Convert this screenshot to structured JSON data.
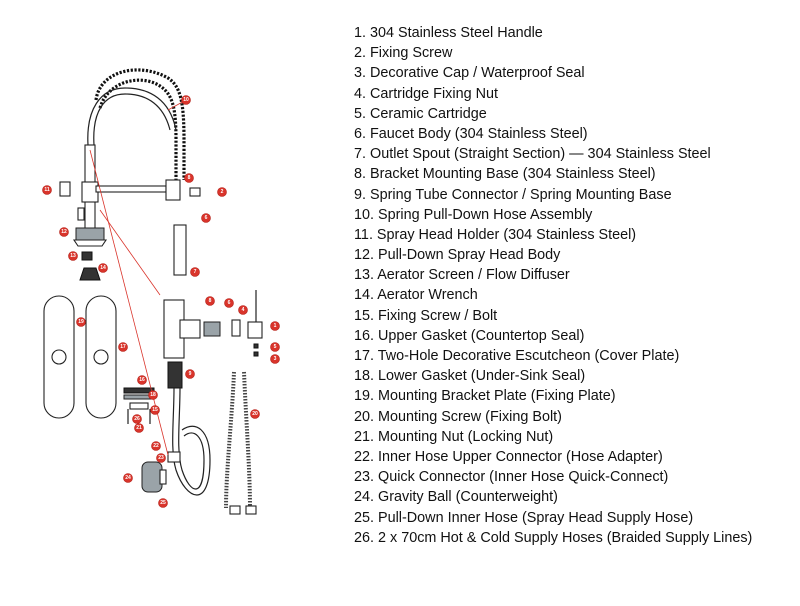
{
  "parts": [
    {
      "num": "1",
      "text": "1. 304 Stainless Steel Handle"
    },
    {
      "num": "2",
      "text": "2. Fixing Screw"
    },
    {
      "num": "3",
      "text": "3. Decorative Cap / Waterproof Seal"
    },
    {
      "num": "4",
      "text": "4. Cartridge Fixing Nut"
    },
    {
      "num": "5",
      "text": "5. Ceramic Cartridge"
    },
    {
      "num": "6",
      "text": "6. Faucet Body (304 Stainless Steel)"
    },
    {
      "num": "7",
      "text": "7. Outlet Spout (Straight Section) — 304 Stainless Steel"
    },
    {
      "num": "8",
      "text": "8. Bracket Mounting Base (304 Stainless Steel)"
    },
    {
      "num": "9",
      "text": "9. Spring Tube Connector / Spring Mounting Base"
    },
    {
      "num": "10",
      "text": "10. Spring Pull-Down Hose Assembly"
    },
    {
      "num": "11",
      "text": "11. Spray Head Holder (304 Stainless Steel)"
    },
    {
      "num": "12",
      "text": "12. Pull-Down Spray Head Body"
    },
    {
      "num": "13",
      "text": "13. Aerator Screen / Flow Diffuser"
    },
    {
      "num": "14",
      "text": "14. Aerator Wrench"
    },
    {
      "num": "15",
      "text": "15. Fixing Screw / Bolt"
    },
    {
      "num": "16",
      "text": "16. Upper Gasket (Countertop Seal)"
    },
    {
      "num": "17",
      "text": "17. Two-Hole Decorative Escutcheon (Cover Plate)"
    },
    {
      "num": "18",
      "text": "18. Lower Gasket (Under-Sink Seal)"
    },
    {
      "num": "19",
      "text": "19. Mounting Bracket Plate (Fixing Plate)"
    },
    {
      "num": "20",
      "text": "20. Mounting Screw (Fixing Bolt)"
    },
    {
      "num": "21",
      "text": "21. Mounting Nut (Locking Nut)"
    },
    {
      "num": "22",
      "text": "22. Inner Hose Upper Connector (Hose Adapter)"
    },
    {
      "num": "23",
      "text": "23. Quick Connector (Inner Hose Quick-Connect)"
    },
    {
      "num": "24",
      "text": "24. Gravity Ball (Counterweight)"
    },
    {
      "num": "25",
      "text": "25. Pull-Down Inner Hose (Spray Head Supply Hose)"
    },
    {
      "num": "26",
      "text": "26. 2 x 70cm Hot & Cold Supply Hoses (Braided Supply Lines)"
    }
  ],
  "callouts": {
    "c1": "1",
    "c2": "2",
    "c3": "3",
    "c4": "4",
    "c5": "5",
    "c6a": "6",
    "c6b": "6",
    "c7": "7",
    "c8a": "8",
    "c8b": "8",
    "c9": "9",
    "c10": "10",
    "c11": "11",
    "c12": "12",
    "c13": "13",
    "c14": "14",
    "c15": "15",
    "c16": "16",
    "c17": "17",
    "c18": "18",
    "c19": "19",
    "c20": "20",
    "c21": "21",
    "c22": "22",
    "c23": "23",
    "c24": "24",
    "c25": "25",
    "c26": "26"
  },
  "colors": {
    "callout": "#d9342b",
    "line": "#222222",
    "text": "#111111"
  }
}
